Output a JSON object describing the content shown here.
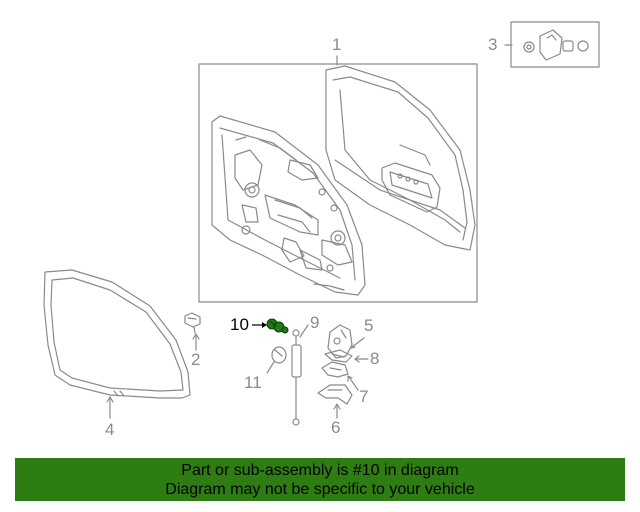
{
  "callouts": {
    "c1": "1",
    "c2": "2",
    "c3": "3",
    "c4": "4",
    "c5": "5",
    "c6": "6",
    "c7": "7",
    "c8": "8",
    "c9": "9",
    "c10": "10",
    "c11": "11"
  },
  "highlighted_part": "10",
  "banner": {
    "line1": "Part or sub-assembly is #10 in diagram",
    "line2": "Diagram may not be specific to your vehicle"
  },
  "colors": {
    "banner_bg": "#2e7d12",
    "highlight_part": "#1f7a12",
    "line_art": "#8a8a8a"
  }
}
